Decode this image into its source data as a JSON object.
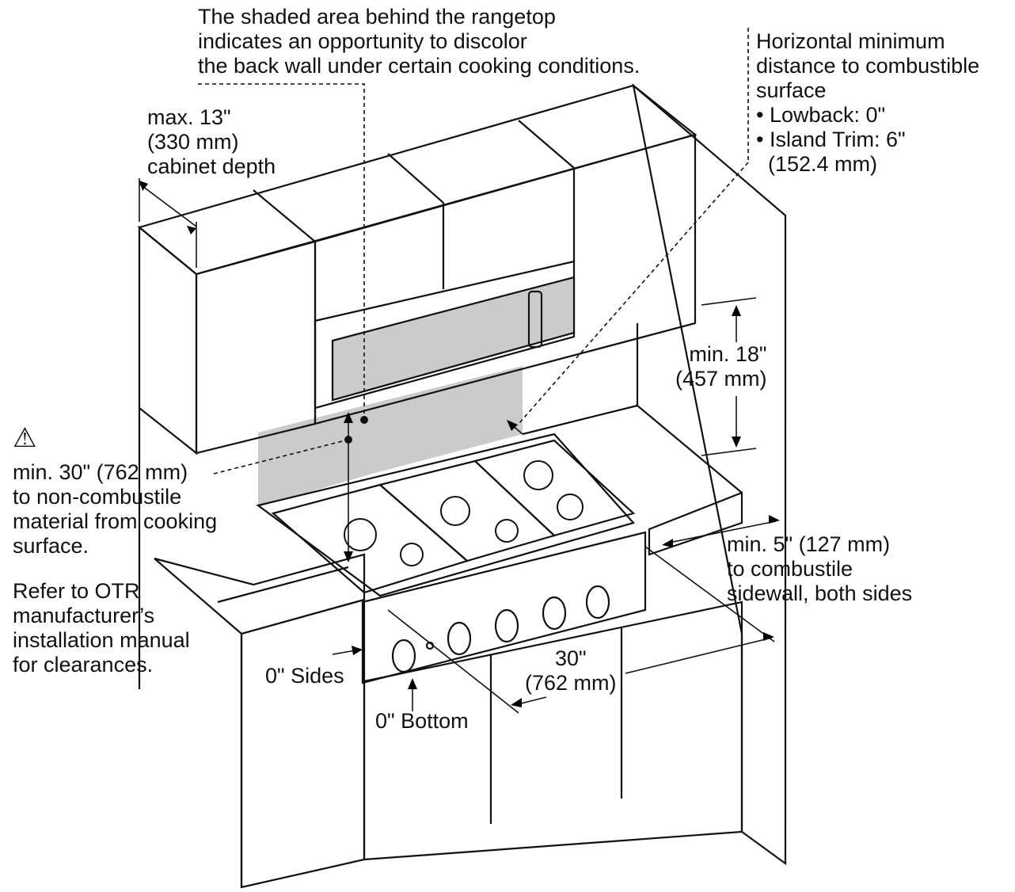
{
  "labels": {
    "shaded_note": "The shaded area behind the rangetop\nindicates an opportunity to discolor\nthe back wall under certain cooking conditions.",
    "horizontal_min": "Horizontal minimum\ndistance to combustible\nsurface\n• Lowback: 0\"\n• Island Trim: 6\"\n  (152.4 mm)",
    "cabinet_depth": "max. 13\"\n(330 mm)\ncabinet depth",
    "min_18": "min. 18\"\n(457 mm)",
    "warning_symbol": "⚠",
    "min_30": "min. 30\" (762 mm)\nto non-combustile\nmaterial from cooking\nsurface.",
    "refer_otr": "Refer to OTR\nmanufacturer’s\ninstallation manual\nfor clearances.",
    "min_5": "min. 5\" (127 mm)\nto combustile\nsidewall, both sides",
    "width_30": "30\"\n(762 mm)",
    "zero_sides": "0\" Sides",
    "zero_bottom": "0\" Bottom"
  }
}
